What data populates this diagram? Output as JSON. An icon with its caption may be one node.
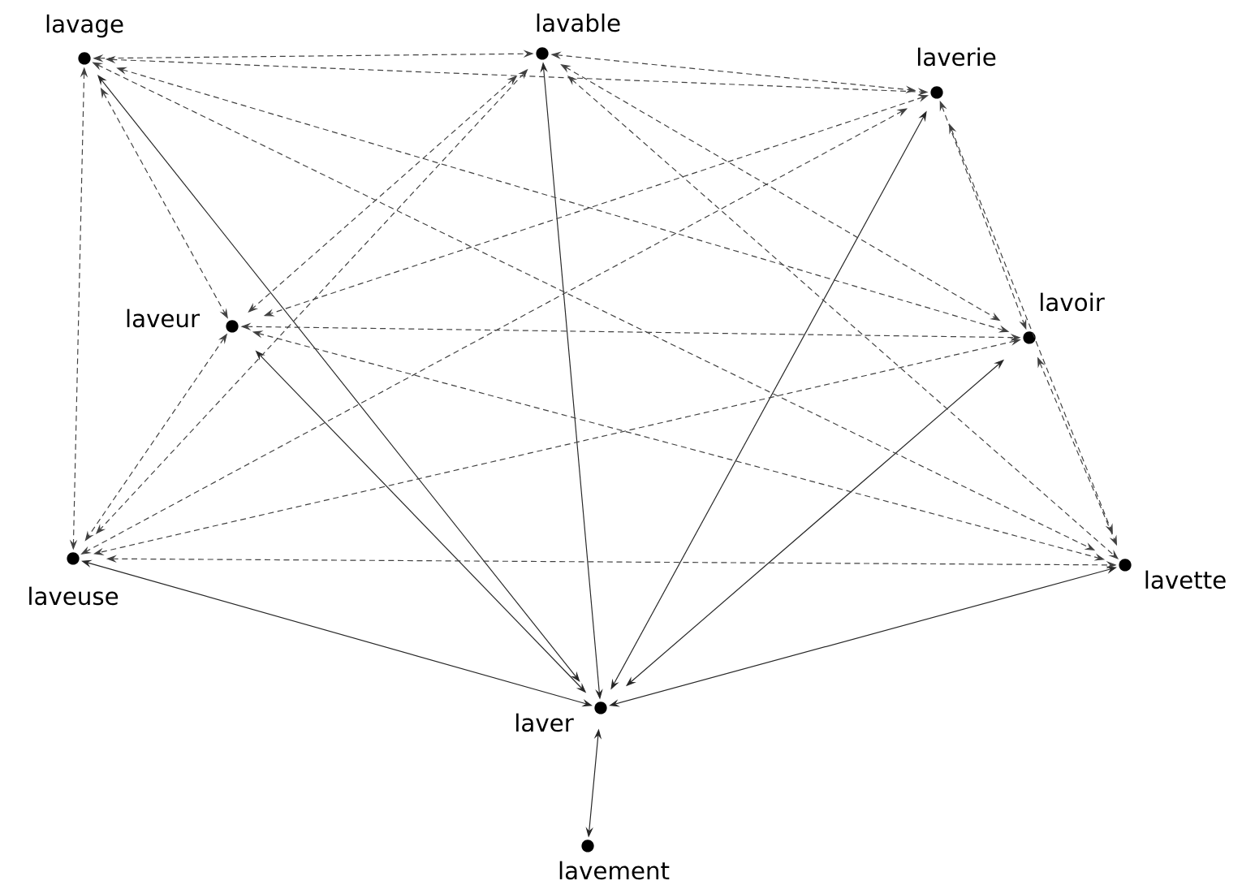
{
  "diagram": {
    "nodes": [
      {
        "text": [
          "lavage"
        ]
      },
      {
        "text": [
          "lavable"
        ]
      },
      {
        "text": [
          "laverie"
        ]
      },
      {
        "text": [
          "laveur"
        ]
      },
      {
        "text": [
          "lavoir"
        ]
      },
      {
        "text": [
          "laveuse"
        ]
      },
      {
        "text": [
          "lavette"
        ]
      },
      {
        "text": [
          "laver"
        ]
      },
      {
        "text": [
          "lavement"
        ]
      }
    ],
    "edges": [
      {
        "from": 7,
        "to": 0,
        "arrow": "both"
      },
      {
        "from": 7,
        "to": 1,
        "arrow": "both"
      },
      {
        "from": 7,
        "to": 2,
        "arrow": "both"
      },
      {
        "from": 7,
        "to": 3,
        "arrow": "both"
      },
      {
        "from": 7,
        "to": 4,
        "arrow": "both"
      },
      {
        "from": 7,
        "to": 5,
        "arrow": "both"
      },
      {
        "from": 7,
        "to": 6,
        "arrow": "both"
      },
      {
        "from": 7,
        "to": 8,
        "arrow": "both"
      },
      {
        "from": 0,
        "to": 1,
        "arrow": "both",
        "style": "dashed"
      },
      {
        "from": 0,
        "to": 2,
        "arrow": "both",
        "style": "dashed"
      },
      {
        "from": 0,
        "to": 3,
        "arrow": "both",
        "style": "dashed"
      },
      {
        "from": 0,
        "to": 4,
        "arrow": "both",
        "style": "dashed"
      },
      {
        "from": 0,
        "to": 5,
        "arrow": "both",
        "style": "dashed"
      },
      {
        "from": 0,
        "to": 6,
        "arrow": "both",
        "style": "dashed"
      },
      {
        "from": 1,
        "to": 2,
        "arrow": "both",
        "style": "dashed"
      },
      {
        "from": 1,
        "to": 3,
        "arrow": "both",
        "style": "dashed"
      },
      {
        "from": 1,
        "to": 4,
        "arrow": "both",
        "style": "dashed"
      },
      {
        "from": 1,
        "to": 5,
        "arrow": "both",
        "style": "dashed"
      },
      {
        "from": 1,
        "to": 6,
        "arrow": "both",
        "style": "dashed"
      },
      {
        "from": 2,
        "to": 3,
        "arrow": "both",
        "style": "dashed"
      },
      {
        "from": 2,
        "to": 4,
        "arrow": "both",
        "style": "dashed"
      },
      {
        "from": 2,
        "to": 5,
        "arrow": "both",
        "style": "dashed"
      },
      {
        "from": 2,
        "to": 6,
        "arrow": "both",
        "style": "dashed"
      },
      {
        "from": 3,
        "to": 4,
        "arrow": "both",
        "style": "dashed"
      },
      {
        "from": 3,
        "to": 5,
        "arrow": "both",
        "style": "dashed"
      },
      {
        "from": 3,
        "to": 6,
        "arrow": "both",
        "style": "dashed"
      },
      {
        "from": 4,
        "to": 5,
        "arrow": "both",
        "style": "dashed"
      },
      {
        "from": 4,
        "to": 6,
        "arrow": "both",
        "style": "dashed"
      },
      {
        "from": 5,
        "to": 6,
        "arrow": "both",
        "style": "dashed"
      }
    ]
  }
}
